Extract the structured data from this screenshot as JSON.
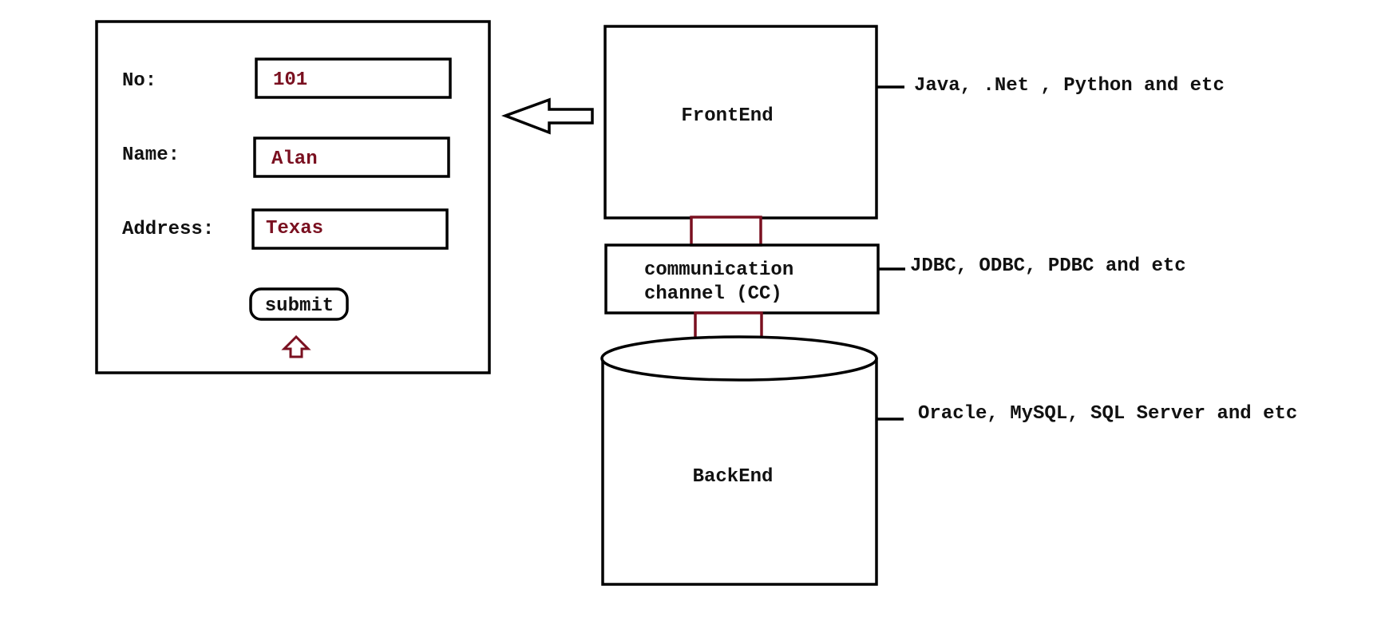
{
  "form": {
    "fields": [
      {
        "label": "No:",
        "value": "101"
      },
      {
        "label": "Name:",
        "value": "Alan"
      },
      {
        "label": "Address:",
        "value": "Texas"
      }
    ],
    "submit_label": "submit"
  },
  "layers": {
    "frontend": "FrontEnd",
    "channel_line1": "communication",
    "channel_line2": "channel (CC)",
    "backend": "BackEnd"
  },
  "technologies": {
    "frontend": "Java, .Net , Python and etc",
    "channel": "JDBC, ODBC, PDBC  and etc",
    "backend": "Oracle, MySQL, SQL Server and etc"
  },
  "colors": {
    "stroke": "#000000",
    "accent": "#7a1020"
  }
}
